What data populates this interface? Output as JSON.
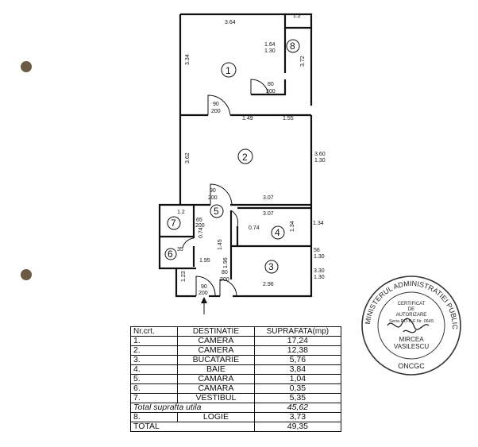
{
  "plan": {
    "dims": {
      "top_width": "3.64",
      "top_small": "1.2",
      "left_room1": "3.34",
      "right_room8": "3.72",
      "closet_164": "1.64",
      "closet_130": "1.30",
      "door_80_a": "80",
      "door_200_a": "200",
      "door_90_b": "90",
      "door_200_b": "200",
      "mid_149": "1.49",
      "mid_155": "1.55",
      "left_room2": "3.62",
      "right_room2_a": "3.60",
      "right_room2_b": "1.30",
      "bottom_room2": "3.07",
      "door_90_c": "90",
      "door_200_c": "200",
      "kitchen_top": "3.07",
      "d_074_a": "0.74",
      "d_074_b": "0.74",
      "d_134": "1.34",
      "d_134_b": "1.34",
      "d_065": "65",
      "d_200_d": "200",
      "d_145": "1.45",
      "d_195": "1.95",
      "d_196": "1.96",
      "d_123": "1.23",
      "d_296": "2.96",
      "d_330": "3.30",
      "d_130_c": "1.30",
      "d_80_e": "80",
      "d_200_e": "200",
      "d_90_f": "90",
      "d_200_f": "200",
      "d_56": "56",
      "d_130_d": "1.30",
      "d_12": "1.2",
      "d_35": "35"
    },
    "rooms": {
      "r1": "1",
      "r2": "2",
      "r3": "3",
      "r4": "4",
      "r5": "5",
      "r6": "6",
      "r7": "7",
      "r8": "8"
    }
  },
  "table": {
    "headers": [
      "Nr.crt.",
      "DESTINATIE",
      "SUPRAFATA(mp)"
    ],
    "rows": [
      [
        "1.",
        "CAMERA",
        "17,24"
      ],
      [
        "2.",
        "CAMERA",
        "12,38"
      ],
      [
        "3.",
        "BUCATARIE",
        "5,76"
      ],
      [
        "4.",
        "BAIE",
        "3,84"
      ],
      [
        "5.",
        "CAMARA",
        "1,04"
      ],
      [
        "6.",
        "CAMARA",
        "0,35"
      ],
      [
        "7.",
        "VESTIBUL",
        "5,35"
      ]
    ],
    "total_useful_label": "Total suprafta utila",
    "total_useful_value": "45,62",
    "loggia_no": "8.",
    "loggia_label": "LOGIE",
    "loggia_value": "3,73",
    "total_label": "TOTAL",
    "total_value": "49,35"
  },
  "stamp": {
    "ring_top": "MINISTERUL ADMINISTRATIEI PUBLICE",
    "ring_bottom": "ONCGC",
    "line1": "CERTIFICAT",
    "line2": "DE",
    "line3": "AUTORIZARE",
    "serial": "Seria RO-B-F Nr. 0649",
    "name1": "MIRCEA",
    "name2": "VASILESCU"
  }
}
